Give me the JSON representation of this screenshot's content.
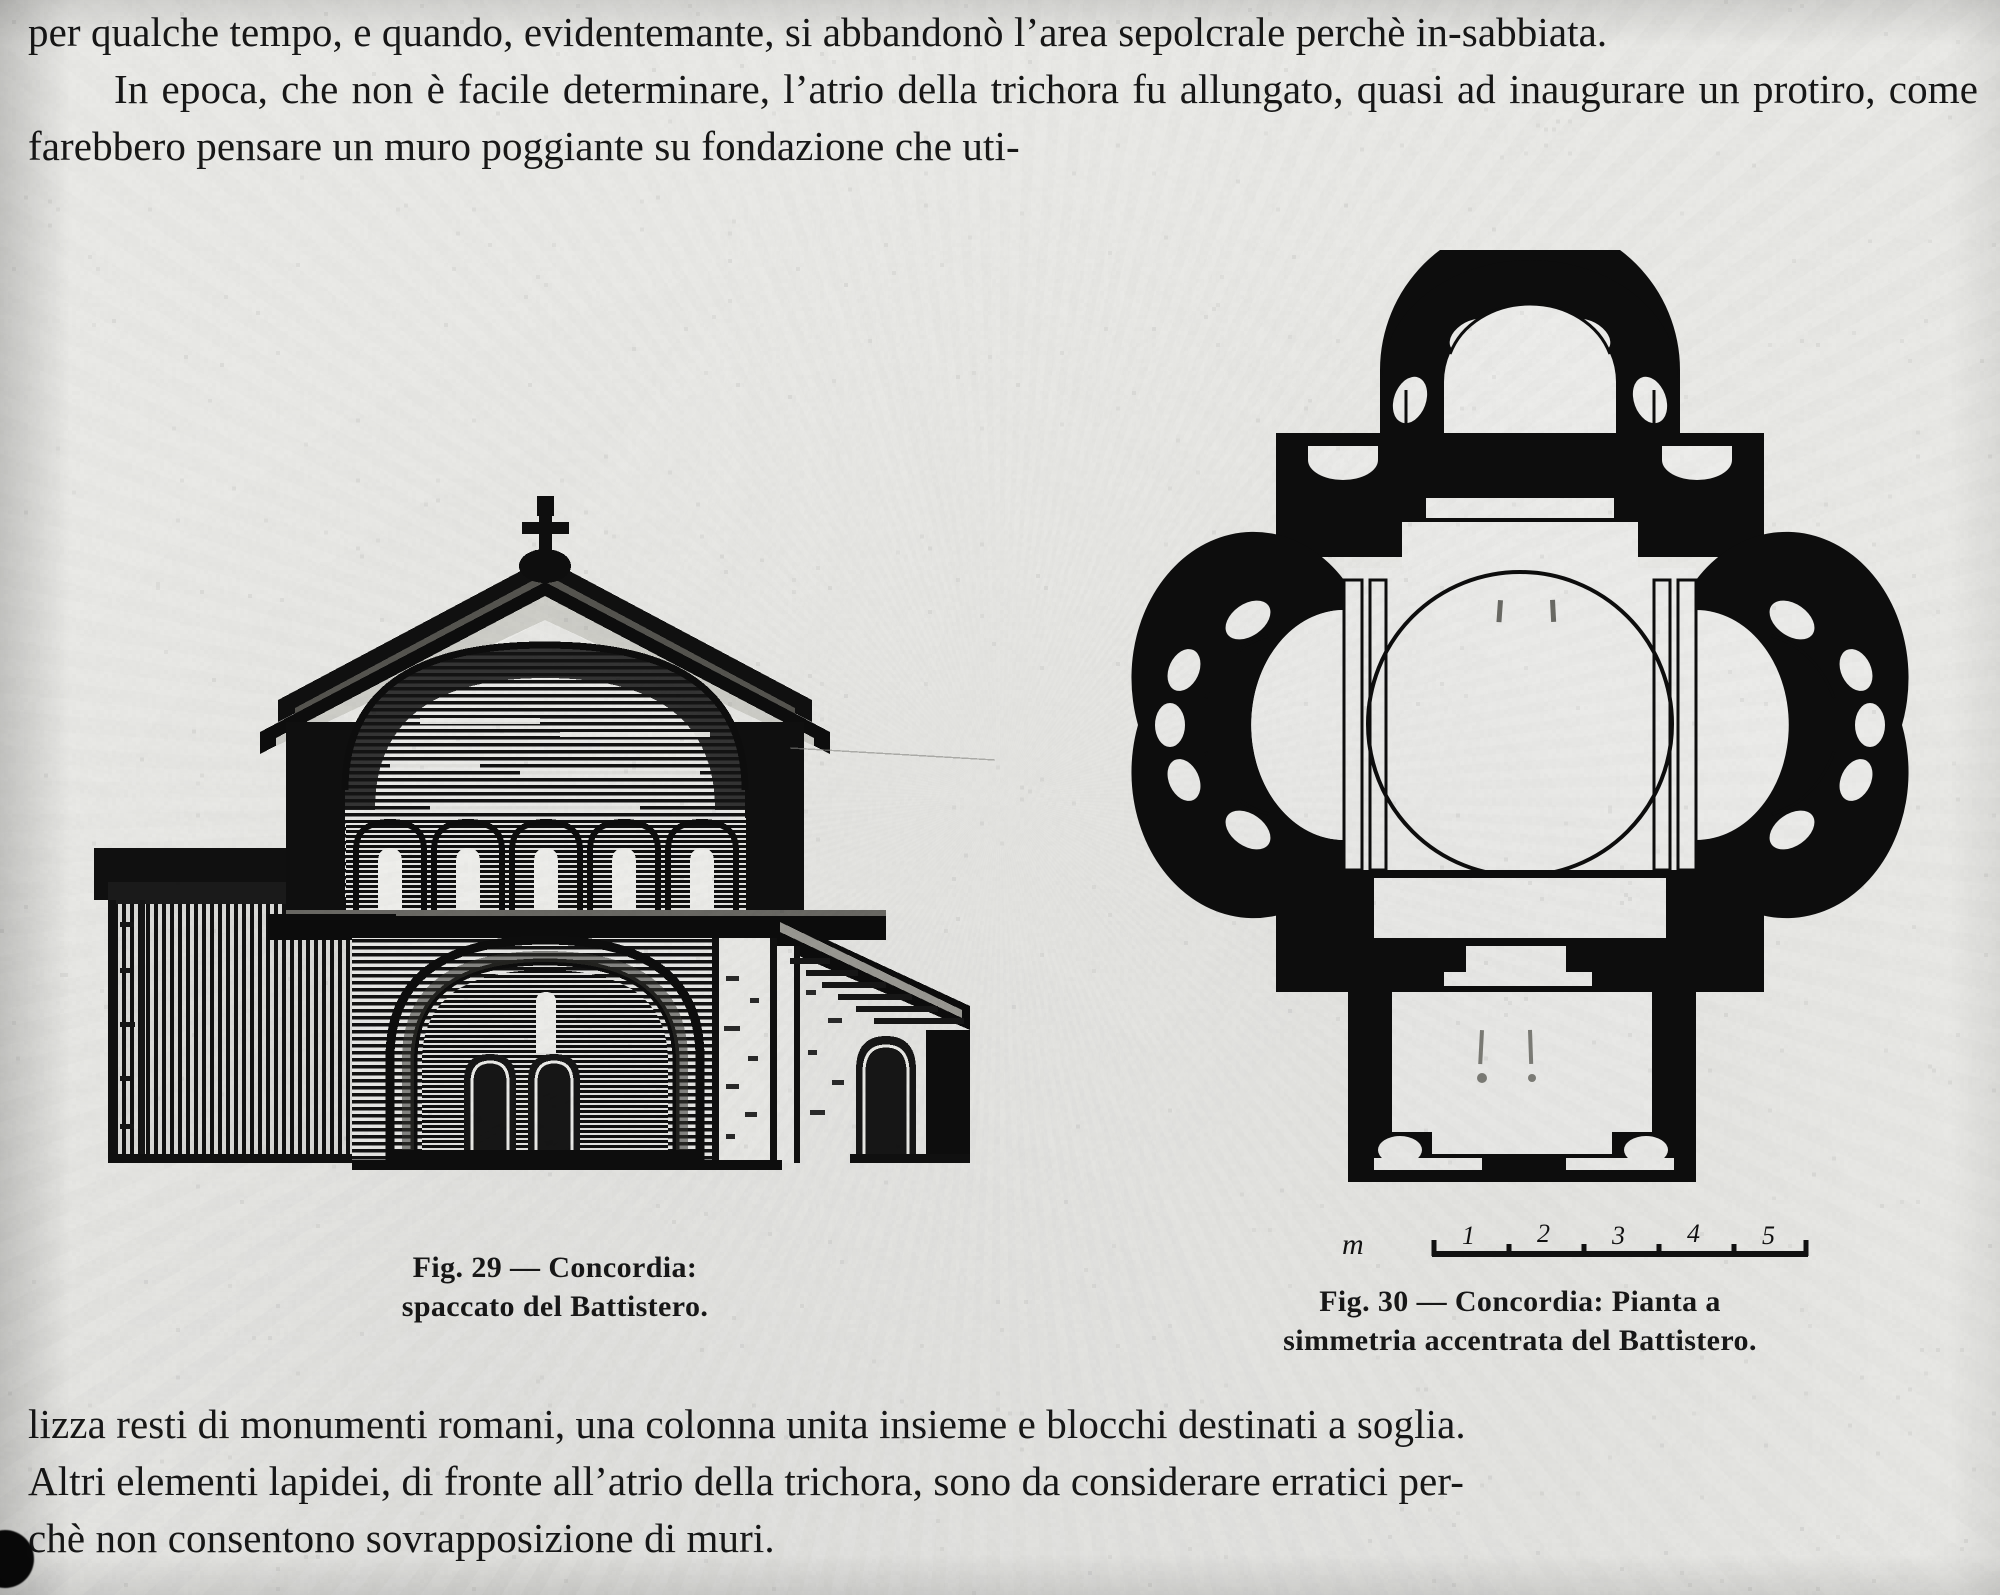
{
  "page": {
    "background_color": "#e9e9e6",
    "ink_color": "#171717",
    "language": "Italian",
    "kind": "scanned-book-page"
  },
  "text_top": {
    "paragraph_1": "per qualche tempo, e quando, evidentemante, si abbandonò l’area sepolcrale perchè in-sabbiata.",
    "paragraph_2": "In epoca, che non è facile determinare, l’atrio della trichora fu allungato, quasi ad inaugurare un protiro, come farebbero pensare un muro poggiante su fondazione che uti-"
  },
  "text_bottom": {
    "paragraph_1_line_1": "lizza resti di monumenti romani, una colonna unita insieme e blocchi destinati a soglia.",
    "paragraph_1_line_2": "Altri elementi lapidei, di fronte all’atrio della trichora, sono da considerare erratici per-",
    "paragraph_1_line_3": "chè non consentono sovrapposizione di muri."
  },
  "figures": [
    {
      "id": "fig29",
      "number": "29",
      "caption_line_1": "Fig. 29 — Concordia:",
      "caption_line_2": "spaccato del Battistero.",
      "subject": "Concordia: spaccato del Battistero",
      "type": "architectural-cross-section-elevation",
      "elements": [
        "cross finial",
        "gable roof",
        "barrel vault / dome section",
        "clerestory arcade with five arched windows",
        "large arched portal",
        "two small arched niches",
        "left portico annex",
        "right sloped-roof annex with arched niche"
      ]
    },
    {
      "id": "fig30",
      "number": "30",
      "caption_line_1": "Fig. 30 — Concordia: Pianta a",
      "caption_line_2": "simmetria accentrata del Battistero.",
      "subject": "Concordia: Pianta a simmetria accentrata del Battistero",
      "type": "architectural-floor-plan",
      "elements": [
        "north apse with four niches",
        "west apse with six niches",
        "east apse with six niches",
        "central square bay with inscribed circle",
        "south vestibule / atrium with doorway"
      ],
      "scale_bar": {
        "unit_label": "m",
        "ticks": [
          "1",
          "2",
          "3",
          "4",
          "5"
        ]
      }
    }
  ]
}
